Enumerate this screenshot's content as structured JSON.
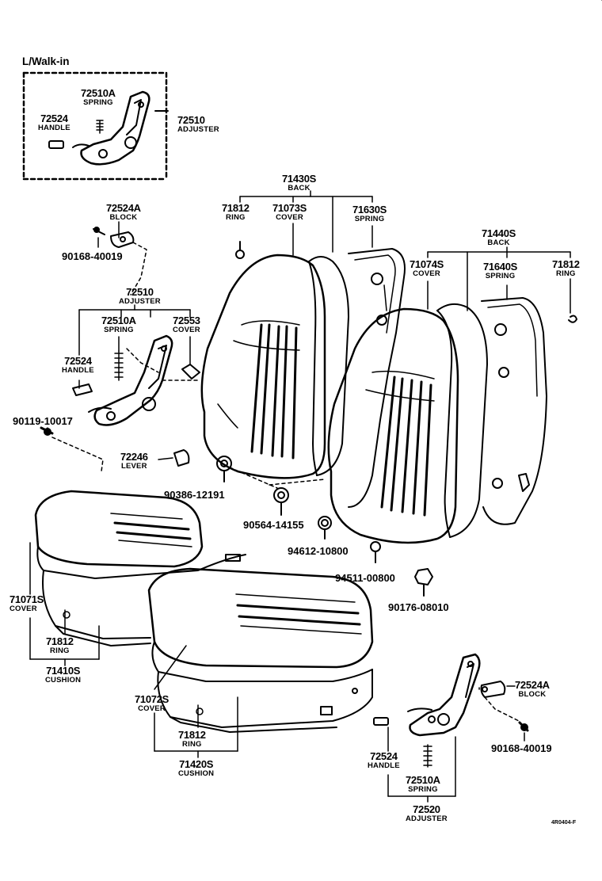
{
  "section_title": "L/Walk-in",
  "walkin_parts": [
    {
      "num": "72510A",
      "name": "SPRING"
    },
    {
      "num": "72524",
      "name": "HANDLE"
    },
    {
      "num": "72510",
      "name": "ADJUSTER"
    }
  ],
  "back_assy_1": {
    "num": "71430S",
    "name": "BACK"
  },
  "back_assy_2": {
    "num": "71440S",
    "name": "BACK"
  },
  "parts": [
    {
      "num": "71812",
      "name": "RING"
    },
    {
      "num": "71073S",
      "name": "COVER"
    },
    {
      "num": "71630S",
      "name": "SPRING"
    },
    {
      "num": "71074S",
      "name": "COVER"
    },
    {
      "num": "71640S",
      "name": "SPRING"
    },
    {
      "num": "71812",
      "name": "RING"
    },
    {
      "num": "72524A",
      "name": "BLOCK"
    },
    {
      "num": "72510",
      "name": "ADJUSTER"
    },
    {
      "num": "72510A",
      "name": "SPRING"
    },
    {
      "num": "72553",
      "name": "COVER"
    },
    {
      "num": "72524",
      "name": "HANDLE"
    },
    {
      "num": "72246",
      "name": "LEVER"
    },
    {
      "num": "71071S",
      "name": "COVER"
    },
    {
      "num": "71812",
      "name": "RING"
    },
    {
      "num": "71410S",
      "name": "CUSHION"
    },
    {
      "num": "71072S",
      "name": "COVER"
    },
    {
      "num": "71812",
      "name": "RING"
    },
    {
      "num": "71420S",
      "name": "CUSHION"
    },
    {
      "num": "72524A",
      "name": "BLOCK"
    },
    {
      "num": "72524",
      "name": "HANDLE"
    },
    {
      "num": "72510A",
      "name": "SPRING"
    },
    {
      "num": "72520",
      "name": "ADJUSTER"
    }
  ],
  "fasteners": [
    "90168-40019",
    "90119-10017",
    "90386-12191",
    "90564-14155",
    "94612-10800",
    "94511-00800",
    "90176-08010",
    "90168-40019"
  ],
  "drawing_code": "4R0404-F"
}
